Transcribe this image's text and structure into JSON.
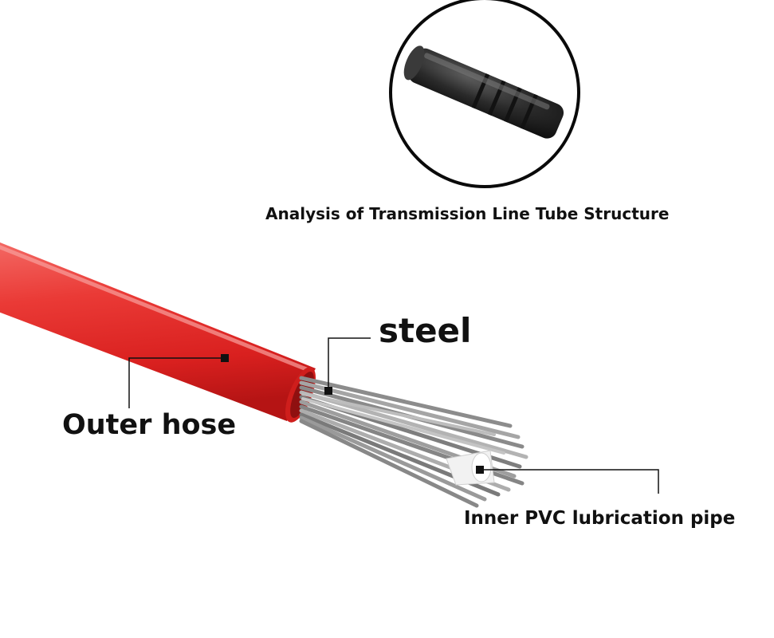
{
  "title": "Analysis of Transmission Line Tube Structure",
  "labels": {
    "steel": "steel",
    "outer_hose": "Outer hose",
    "inner_pipe": "Inner PVC lubrication pipe"
  },
  "colors": {
    "hose": "#e8302f",
    "steel": "#9a9a9a",
    "cap": "#2a2a2a",
    "text": "#111111"
  }
}
